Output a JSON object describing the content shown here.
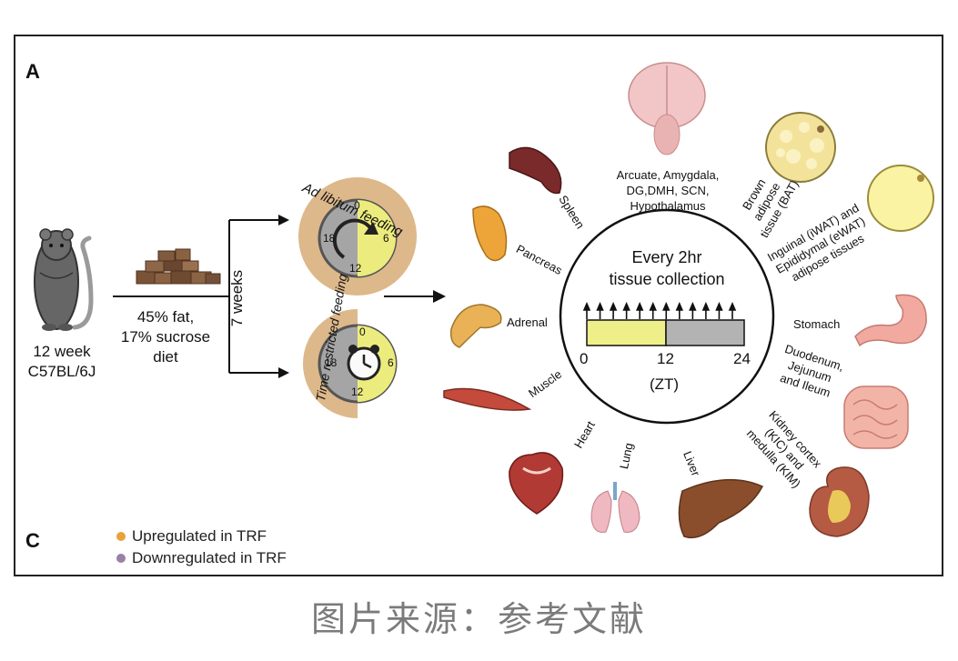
{
  "panel_labels": {
    "a": "A",
    "c": "C"
  },
  "mouse": {
    "line1": "12 week",
    "line2": "C57BL/6J"
  },
  "diet": {
    "line1": "45% fat,",
    "line2": "17% sucrose",
    "line3": "diet"
  },
  "duration": "7 weeks",
  "clocks": {
    "ad_lib": {
      "title": "Ad libitum feeding",
      "t0": "0",
      "t6": "6",
      "t12": "12",
      "t18": "18"
    },
    "trf": {
      "title": "Time restricted feeding",
      "t0": "0",
      "t6": "6",
      "t12": "12",
      "t18": "18"
    }
  },
  "collection": {
    "line1": "Every 2hr",
    "line2": "tissue collection",
    "tick_0": "0",
    "tick_12": "12",
    "tick_24": "24",
    "unit": "(ZT)",
    "arrow_count": 12,
    "light_color": "#efef8a",
    "dark_color": "#b3b3b3"
  },
  "tissues": {
    "brain": {
      "l1": "Arcuate, Amygdala,",
      "l2": "DG,DMH, SCN,",
      "l3": "Hypothalamus"
    },
    "bat": {
      "l1": "Brown",
      "l2": "adipose",
      "l3": "tissue (BAT)"
    },
    "wat": {
      "l1": "Inguinal (iWAT) and",
      "l2": "Epididymal (eWAT)",
      "l3": "adipose tissues"
    },
    "stomach": "Stomach",
    "intestine": {
      "l1": "Duodenum,",
      "l2": "Jejunum",
      "l3": "and Ileum"
    },
    "kidney": {
      "l1": "Kidney cortex",
      "l2": "(KIC) and",
      "l3": "medulla (KIM)"
    },
    "liver": "Liver",
    "lung": "Lung",
    "heart": "Heart",
    "muscle": "Muscle",
    "adrenal": "Adrenal",
    "pancreas": "Pancreas",
    "spleen": "Spleen"
  },
  "legend": {
    "up": {
      "label": "Upregulated in TRF",
      "color": "#e8a23a"
    },
    "down": {
      "label": "Downregulated in TRF",
      "color": "#9a7fa6"
    }
  },
  "caption": "图片来源：参考文献"
}
